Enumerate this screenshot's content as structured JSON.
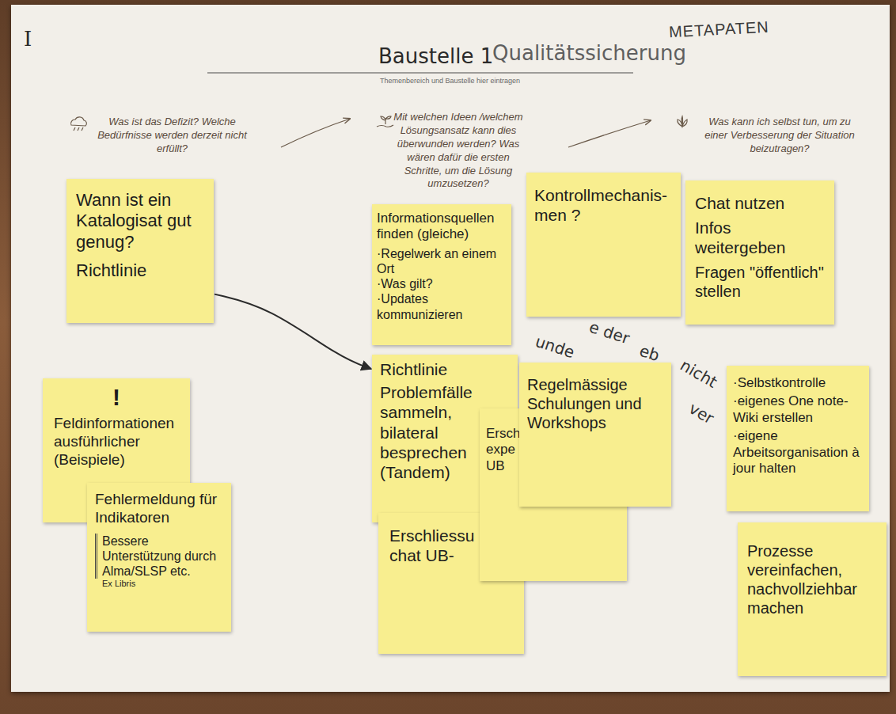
{
  "diagram": {
    "title": "Baustelle 1",
    "nodes": [
      {
        "text": [
          "Wann ist ein Katalogisat gut genug?",
          "Richtlinie"
        ]
      },
      {
        "text": [
          "Informationsquellen finden (gleiche)",
          "·Regelwerk an einem Ort",
          "·Was gilt?",
          "·Updates kommunizieren"
        ]
      },
      {
        "text": [
          "Kontrollmechanis- men ?"
        ]
      },
      {
        "text": [
          "Chat nutzen",
          "Infos weitergeben",
          "Fragen \"öffentlich\" stellen"
        ]
      },
      {
        "text": [
          "!",
          "Feldinformationen ausführlicher (Beispiele)"
        ]
      },
      {
        "text": [
          "Fehlermeldung für Indikatoren",
          "Bessere Unterstützung durch Alma/SLSP etc.",
          "Ex Libris"
        ]
      },
      {
        "text": [
          "Richtlinie",
          "Problemfälle sammeln, bilateral besprechen (Tandem)"
        ]
      },
      {
        "text": [
          "Ersch expe UB"
        ]
      },
      {
        "text": [
          "Regelmässige Schulungen und Workshops"
        ]
      },
      {
        "text": [
          "Erschliessu chat UB-"
        ]
      },
      {
        "text": [
          "·Selbstkontrolle",
          "·eigenes One note-Wiki erstellen",
          "·eigene Arbeitsorganisation à jour halten"
        ]
      },
      {
        "text": [
          "Prozesse vereinfachen, nachvollziehbar machen"
        ]
      }
    ],
    "edges": [
      {
        "from": 0,
        "to": 6,
        "arrow": "to"
      }
    ],
    "labels": [
      "I",
      "Qualitätssicherung",
      "METAPATEN",
      "Themenbereich und Baustelle hier eintragen",
      "Was ist das Defizit? Welche Bedürfnisse werden derzeit nicht erfüllt?",
      "Mit welchen Ideen /welchem Lösungsansatz kann dies überwunden werden? Was wären dafür die ersten Schritte, um die Lösung umzusetzen?",
      "Was kann ich selbst tun, um zu einer Verbesserung der Situation beizutragen?",
      "e der",
      "unde",
      "eb",
      "nicht",
      "ver"
    ]
  }
}
